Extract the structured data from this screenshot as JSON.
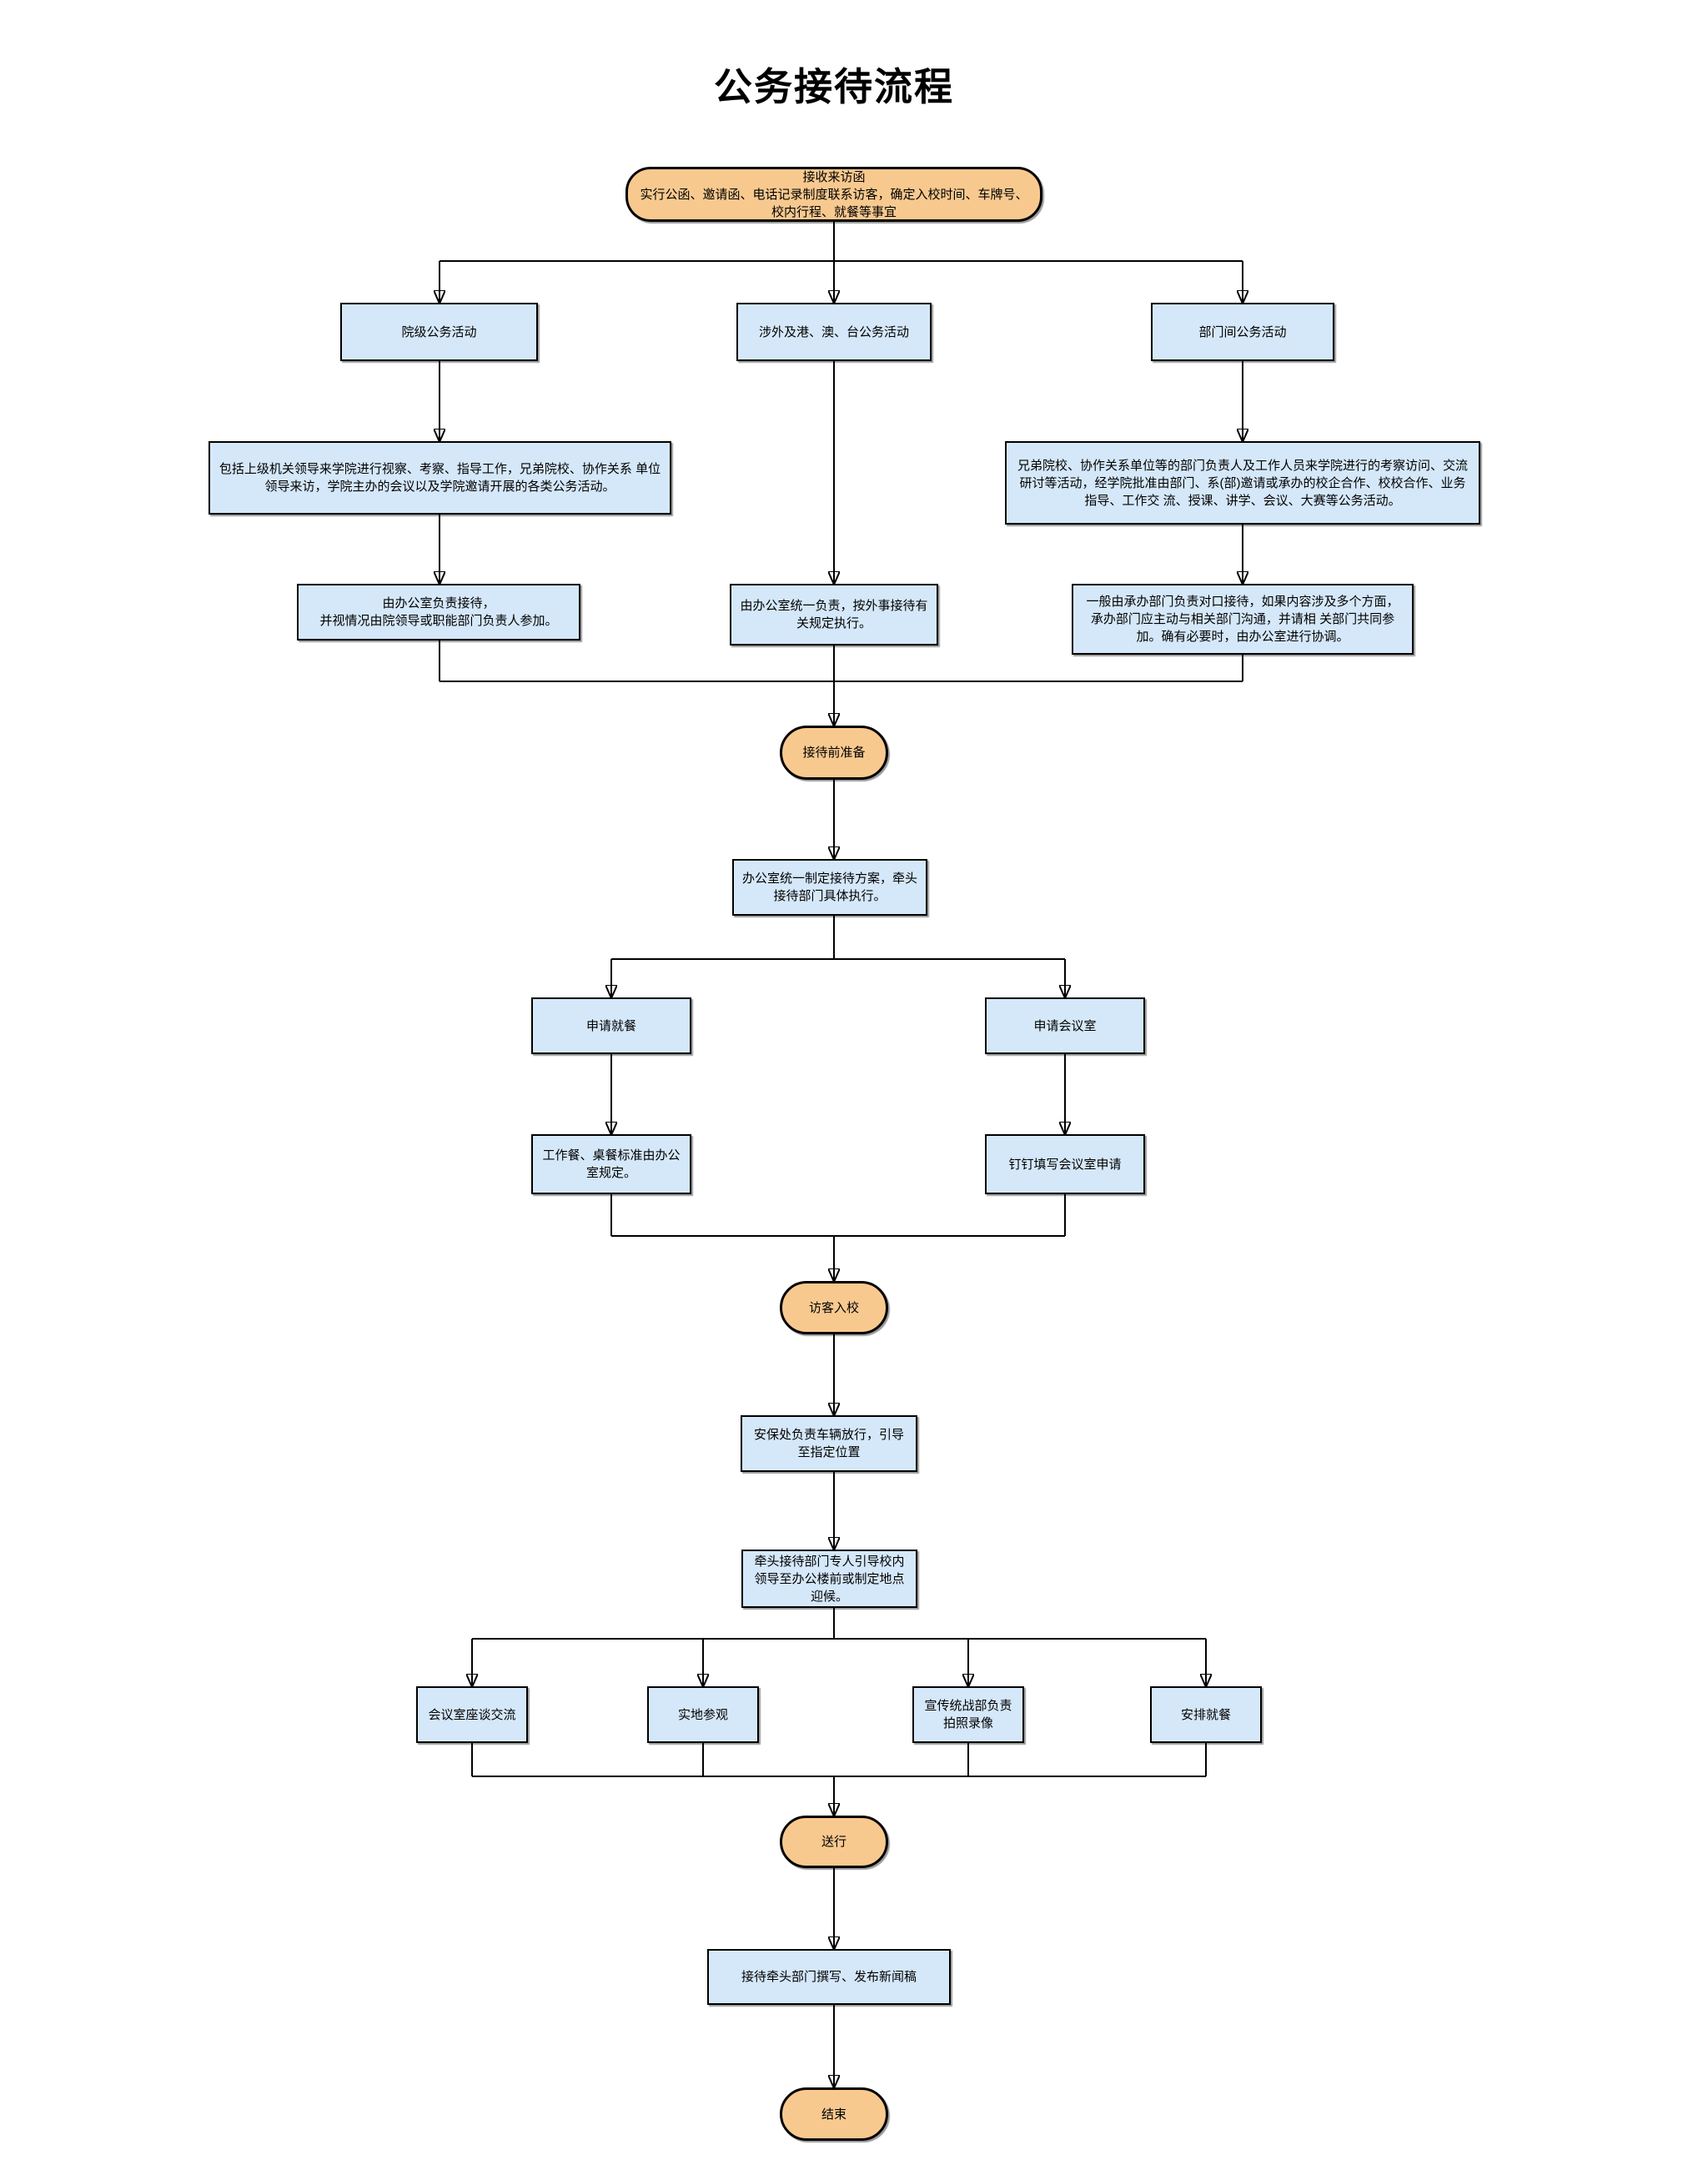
{
  "title": "公务接待流程",
  "colors": {
    "terminal_fill": "#F8C98F",
    "process_fill": "#D5E8FA",
    "stroke": "#000000"
  },
  "nodes": {
    "start": "接收来访函\n实行公函、邀请函、电话记录制度联系访客，确定入校时间、车牌号、校内行程、就餐等事宜",
    "branch_college": "院级公务活动",
    "branch_foreign": "涉外及港、澳、台公务活动",
    "branch_dept": "部门间公务活动",
    "college_scope": "包括上级机关领导来学院进行视察、考察、指导工作，兄弟院校、协作关系 单位领导来访，学院主办的会议以及学院邀请开展的各类公务活动。",
    "dept_scope": "兄弟院校、协作关系单位等的部门负责人及工作人员来学院进行的考察访问、交流研讨等活动，经学院批准由部门、系(部)邀请或承办的校企合作、校校合作、业务指导、工作交 流、授课、讲学、会议、大赛等公务活动。",
    "college_resp": "由办公室负责接待，\n并视情况由院领导或职能部门负责人参加。",
    "foreign_resp": "由办公室统一负责，按外事接待有关规定执行。",
    "dept_resp": "一般由承办部门负责对口接待，如果内容涉及多个方面，承办部门应主动与相关部门沟通，并请相 关部门共同参加。确有必要时，由办公室进行协调。",
    "prepare": "接待前准备",
    "plan": "办公室统一制定接待方案，牵头接待部门具体执行。",
    "apply_meal": "申请就餐",
    "apply_room": "申请会议室",
    "meal_standard": "工作餐、桌餐标准由办公室规定。",
    "room_dingtalk": "钉钉填写会议室申请",
    "visitor_enter": "访客入校",
    "security": "安保处负责车辆放行，引导至指定位置",
    "guide": "牵头接待部门专人引导校内领导至办公楼前或制定地点迎候。",
    "activity_meeting": "会议室座谈交流",
    "activity_tour": "实地参观",
    "activity_photo": "宣传统战部负责拍照录像",
    "activity_meal": "安排就餐",
    "farewell": "送行",
    "news": "接待牵头部门撰写、发布新闻稿",
    "end": "结束"
  }
}
